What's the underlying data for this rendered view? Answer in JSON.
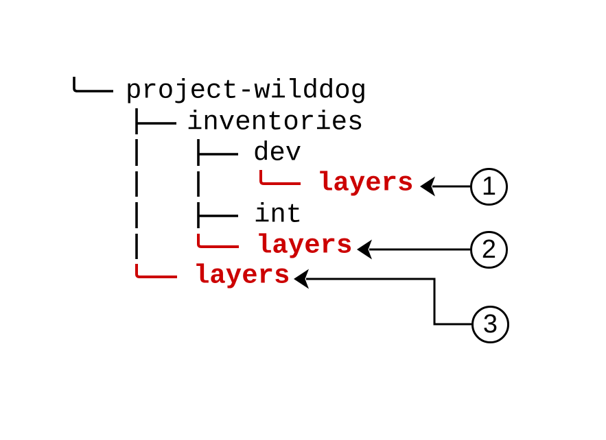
{
  "diagram": {
    "type": "directory-tree",
    "colors": {
      "line_black": "#000000",
      "highlight_red": "#cc0000",
      "background": "#ffffff"
    },
    "tree": {
      "nodes": [
        {
          "label": "project-wilddog",
          "depth": 0,
          "highlighted": false
        },
        {
          "label": "inventories",
          "depth": 1,
          "highlighted": false
        },
        {
          "label": "dev",
          "depth": 2,
          "highlighted": false
        },
        {
          "label": "layers",
          "depth": 3,
          "highlighted": true,
          "callout": "1"
        },
        {
          "label": "int",
          "depth": 2,
          "highlighted": false
        },
        {
          "label": "layers",
          "depth": 2,
          "highlighted": true,
          "callout": "2"
        },
        {
          "label": "layers",
          "depth": 1,
          "highlighted": true,
          "callout": "3"
        }
      ]
    },
    "callouts": [
      {
        "label": "1"
      },
      {
        "label": "2"
      },
      {
        "label": "3"
      }
    ]
  }
}
